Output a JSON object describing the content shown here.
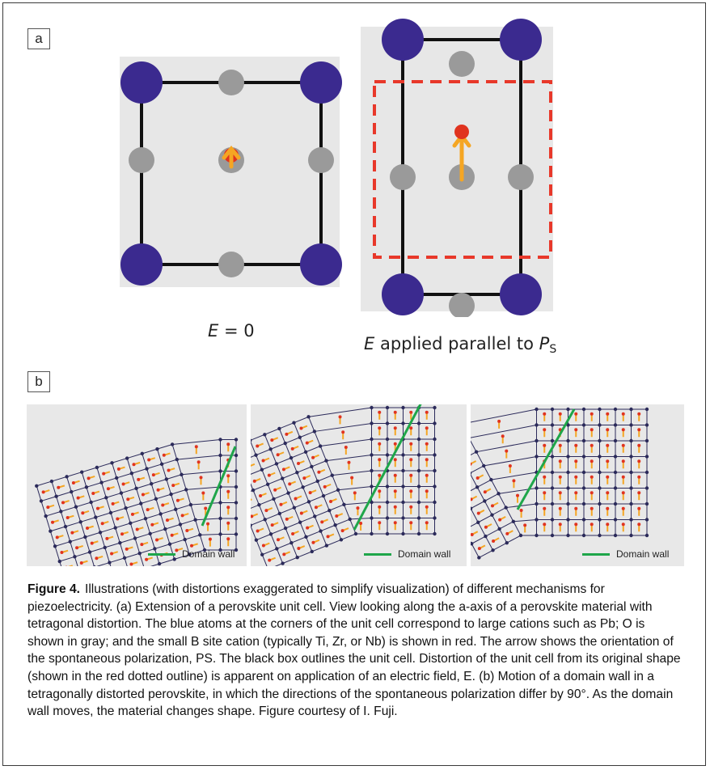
{
  "panels": {
    "a_label": "a",
    "b_label": "b"
  },
  "panel_a": {
    "left_caption_var": "E",
    "left_caption_rest": " = 0",
    "right_caption_var": "E",
    "right_caption_rest": " applied parallel to ",
    "right_caption_p": "P",
    "right_caption_sub": "S"
  },
  "panel_b": {
    "legend_label": "Domain wall"
  },
  "colors": {
    "corner_atom": "#3b2a8f",
    "oxygen_atom": "#9a9a9a",
    "b_site_atom": "#e0331f",
    "polarization_arrow": "#f5a623",
    "dotted_outline": "#e8382a",
    "domain_wall": "#1fa64a"
  },
  "caption": {
    "figure_label": "Figure 4.",
    "text": "Illustrations (with distortions exaggerated to simplify visualization) of different mechanisms for piezoelectricity. (a) Extension of a perovskite unit cell. View looking along the a-axis of a perovskite material with tetragonal distortion. The blue atoms at the corners of the unit cell correspond to large cations such as Pb; O is shown in gray; and the small B site cation (typically Ti, Zr, or Nb) is shown in red. The arrow shows the orientation of the spontaneous polarization, PS. The black box outlines the unit cell. Distortion of the unit cell from its original shape (shown in the red dotted outline) is apparent on application of an electric field, E. (b) Motion of a domain wall in a tetragonally distorted perovskite, in which the directions of the spontaneous polarization differ by 90°. As the domain wall moves, the material changes shape. Figure courtesy of I. Fuji."
  }
}
